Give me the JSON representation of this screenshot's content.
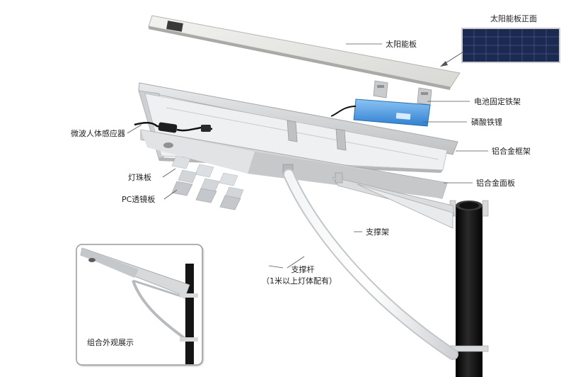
{
  "labels": {
    "front_view": "太阳能板正面",
    "solar_panel": "太阳能板",
    "battery_bracket": "电池固定铁架",
    "lifepo4": "磷酸铁锂",
    "aluminum_frame": "铝合金框架",
    "microwave_sensor": "微波人体感应器",
    "aluminum_panel": "铝合金面板",
    "led_board": "灯珠板",
    "pc_lens": "PC透镜板",
    "support_bracket": "支撑架",
    "support_arm": "支撑杆",
    "support_arm_note": "（1米以上灯体配有）",
    "assembled_view": "组合外观展示"
  },
  "colors": {
    "panel_face": "#e6e6e4",
    "panel_edge": "#b5b5b2",
    "aluminum": "#cfd1d3",
    "battery": "#3d8fdc",
    "pole": "#141414",
    "solar_cell": "#1c2a52",
    "leader_line": "#555555"
  }
}
